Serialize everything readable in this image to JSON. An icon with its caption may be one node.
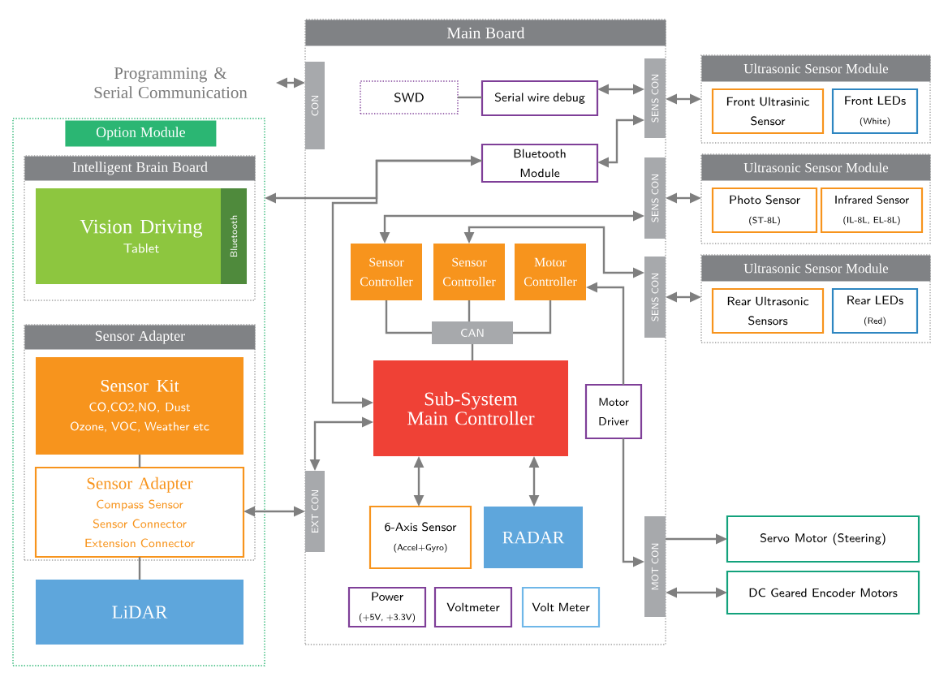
{
  "diagram": {
    "nodes": [
      {
        "text": [
          "Programming & Serial Communication"
        ]
      },
      {
        "text": [
          "Option Module"
        ]
      },
      {
        "text": [
          "Intelligent Brain Board"
        ],
        "in": 1
      },
      {
        "text": [
          "Vision Driving",
          "Tablet"
        ],
        "in": 2
      },
      {
        "text": [
          "Bluetooth"
        ],
        "in": 3
      },
      {
        "text": [
          "Sensor Adapter"
        ],
        "in": 1
      },
      {
        "text": [
          "Sensor Kit",
          "CO,CO2,NO, Dust Ozone, VOC, Weather etc"
        ],
        "in": 5
      },
      {
        "text": [
          "Sensor Adapter",
          "Compass Sensor Sensor Connector Extension Connector"
        ],
        "in": 5
      },
      {
        "text": [
          "LiDAR"
        ],
        "in": 1
      },
      {
        "text": [
          "Main Board"
        ]
      },
      {
        "text": [
          "CON"
        ],
        "in": 9
      },
      {
        "text": [
          "SWD"
        ],
        "in": 9
      },
      {
        "text": [
          "Serial wire debug"
        ],
        "in": 9
      },
      {
        "text": [
          "Bluetooth Module"
        ],
        "in": 9
      },
      {
        "text": [
          "SENS CON"
        ],
        "in": 9
      },
      {
        "text": [
          "SENS CON"
        ],
        "in": 9
      },
      {
        "text": [
          "SENS CON"
        ],
        "in": 9
      },
      {
        "text": [
          "Sensor Controller"
        ],
        "in": 9
      },
      {
        "text": [
          "Sensor Controller"
        ],
        "in": 9
      },
      {
        "text": [
          "Motor Controller"
        ],
        "in": 9
      },
      {
        "text": [
          "CAN"
        ],
        "in": 9
      },
      {
        "text": [
          "Sub-System Main Controller"
        ],
        "in": 9
      },
      {
        "text": [
          "Motor Driver"
        ],
        "in": 9
      },
      {
        "text": [
          "EXT CON"
        ],
        "in": 9
      },
      {
        "text": [
          "6-Axis Sensor",
          "(Accel+Gyro)"
        ],
        "in": 9
      },
      {
        "text": [
          "RADAR"
        ],
        "in": 9
      },
      {
        "text": [
          "Power",
          "(+5V, +3.3V)"
        ],
        "in": 9
      },
      {
        "text": [
          "Voltmeter"
        ],
        "in": 9
      },
      {
        "text": [
          "Volt Meter"
        ],
        "in": 9
      },
      {
        "text": [
          "MOT CON"
        ],
        "in": 9
      },
      {
        "text": [
          "Ultrasonic Sensor Module"
        ]
      },
      {
        "text": [
          "Front Ultrasinic Sensor"
        ],
        "in": 30
      },
      {
        "text": [
          "Front LEDs",
          "(White)"
        ],
        "in": 30
      },
      {
        "text": [
          "Ultrasonic Sensor Module"
        ]
      },
      {
        "text": [
          "Photo Sensor",
          "(ST-8L)"
        ],
        "in": 33
      },
      {
        "text": [
          "Infrared Sensor",
          "(IL-8L, EL-8L)"
        ],
        "in": 33
      },
      {
        "text": [
          "Ultrasonic Sensor Module"
        ]
      },
      {
        "text": [
          "Rear Ultrasonic Sensors"
        ],
        "in": 36
      },
      {
        "text": [
          "Rear LEDs",
          "(Red)"
        ],
        "in": 36
      },
      {
        "text": [
          "Servo Motor (Steering)"
        ]
      },
      {
        "text": [
          "DC Geared Encoder Motors"
        ]
      }
    ],
    "edges": [
      {
        "from": 0,
        "to": 10,
        "arrow": "both"
      },
      {
        "from": 13,
        "to": 1,
        "arrow": "both"
      },
      {
        "from": 13,
        "to": 21,
        "arrow": "to"
      },
      {
        "from": 11,
        "to": 12,
        "arrow": "none"
      },
      {
        "from": 12,
        "to": 14,
        "arrow": "both"
      },
      {
        "from": 13,
        "to": 14,
        "arrow": "both"
      },
      {
        "from": 15,
        "to": 17,
        "arrow": "both"
      },
      {
        "from": 16,
        "to": 18,
        "arrow": "both"
      },
      {
        "from": 17,
        "to": 20,
        "arrow": "none"
      },
      {
        "from": 18,
        "to": 20,
        "arrow": "none"
      },
      {
        "from": 19,
        "to": 20,
        "arrow": "none"
      },
      {
        "from": 20,
        "to": 21,
        "arrow": "none"
      },
      {
        "from": 22,
        "to": 19,
        "arrow": "to"
      },
      {
        "from": 22,
        "to": 29,
        "arrow": "to"
      },
      {
        "from": 23,
        "to": 21,
        "arrow": "both"
      },
      {
        "from": 7,
        "to": 23,
        "arrow": "both"
      },
      {
        "from": 6,
        "to": 7,
        "arrow": "none"
      },
      {
        "from": 7,
        "to": 8,
        "arrow": "none"
      },
      {
        "from": 21,
        "to": 24,
        "arrow": "both"
      },
      {
        "from": 21,
        "to": 25,
        "arrow": "both"
      },
      {
        "from": 14,
        "to": 30,
        "arrow": "both"
      },
      {
        "from": 15,
        "to": 33,
        "arrow": "both"
      },
      {
        "from": 16,
        "to": 36,
        "arrow": "both"
      },
      {
        "from": 29,
        "to": 39,
        "arrow": "to"
      },
      {
        "from": 29,
        "to": 40,
        "arrow": "both"
      }
    ]
  }
}
